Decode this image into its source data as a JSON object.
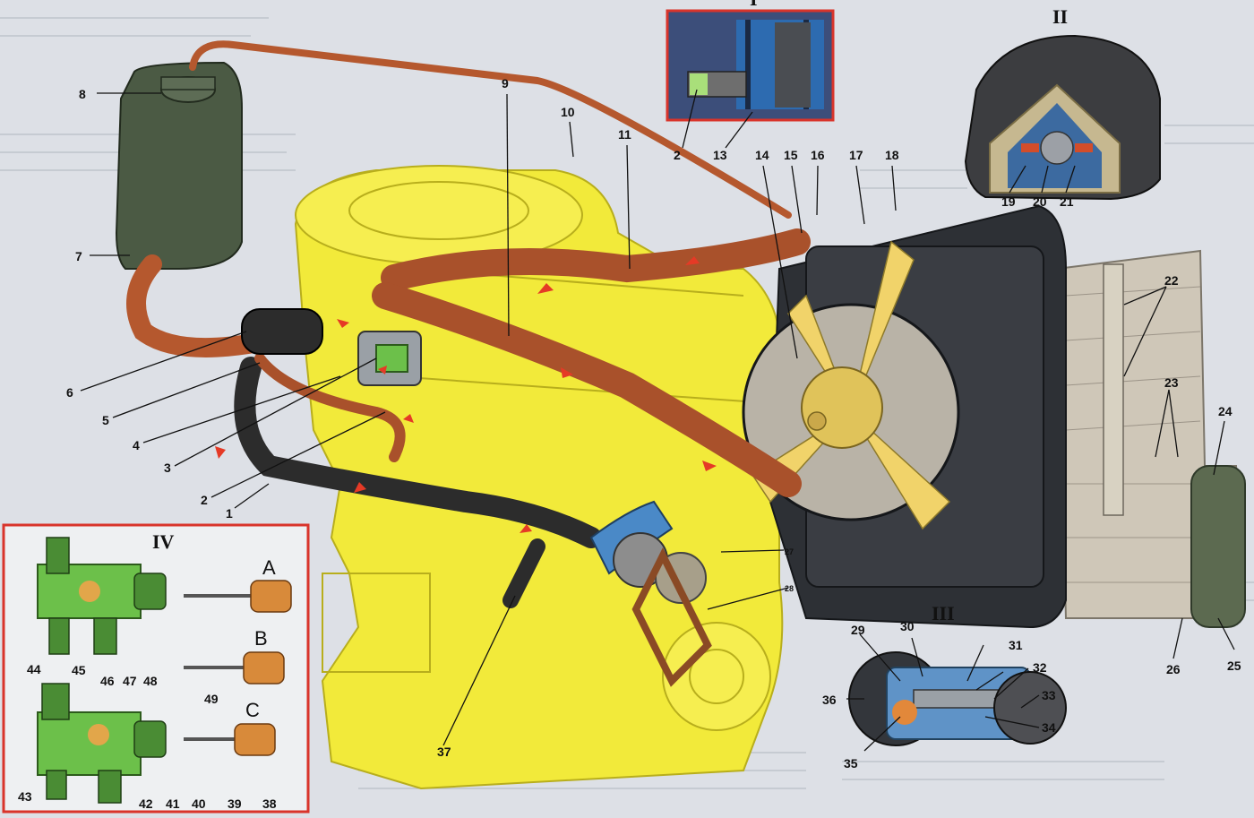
{
  "insets": {
    "inset_1": "I",
    "inset_2": "II",
    "inset_3": "III",
    "inset_4": "IV",
    "thermostat_states": [
      "A",
      "B",
      "C"
    ]
  },
  "part_numbers": {
    "n1": "1",
    "n2": "2",
    "n2b": "2",
    "n3": "3",
    "n4": "4",
    "n5": "5",
    "n6": "6",
    "n7": "7",
    "n8": "8",
    "n9": "9",
    "n10": "10",
    "n11": "11",
    "n13": "13",
    "n14": "14",
    "n15": "15",
    "n16": "16",
    "n17": "17",
    "n18": "18",
    "n19": "19",
    "n20": "20",
    "n21": "21",
    "n22": "22",
    "n23": "23",
    "n24": "24",
    "n25": "25",
    "n26": "26",
    "n27": "27",
    "n28": "28",
    "n29": "29",
    "n30": "30",
    "n31": "31",
    "n32": "32",
    "n33": "33",
    "n34": "34",
    "n35": "35",
    "n36": "36",
    "n37": "37",
    "n38": "38",
    "n39": "39",
    "n40": "40",
    "n41": "41",
    "n42": "42",
    "n43": "43",
    "n44": "44",
    "n45": "45",
    "n46": "46",
    "n47": "47",
    "n48": "48",
    "n49": "49"
  },
  "colors": {
    "engine": "#f2ea3a",
    "hose": "#b5582e",
    "hose_dark": "#2c2c2c",
    "radiator_frame": "#2d3035",
    "core": "#cfc7b8",
    "tank": "#4b5a44",
    "thermostat": "#6cc04a",
    "inset_border": "#d9342b",
    "arrow": "#e53a26"
  }
}
